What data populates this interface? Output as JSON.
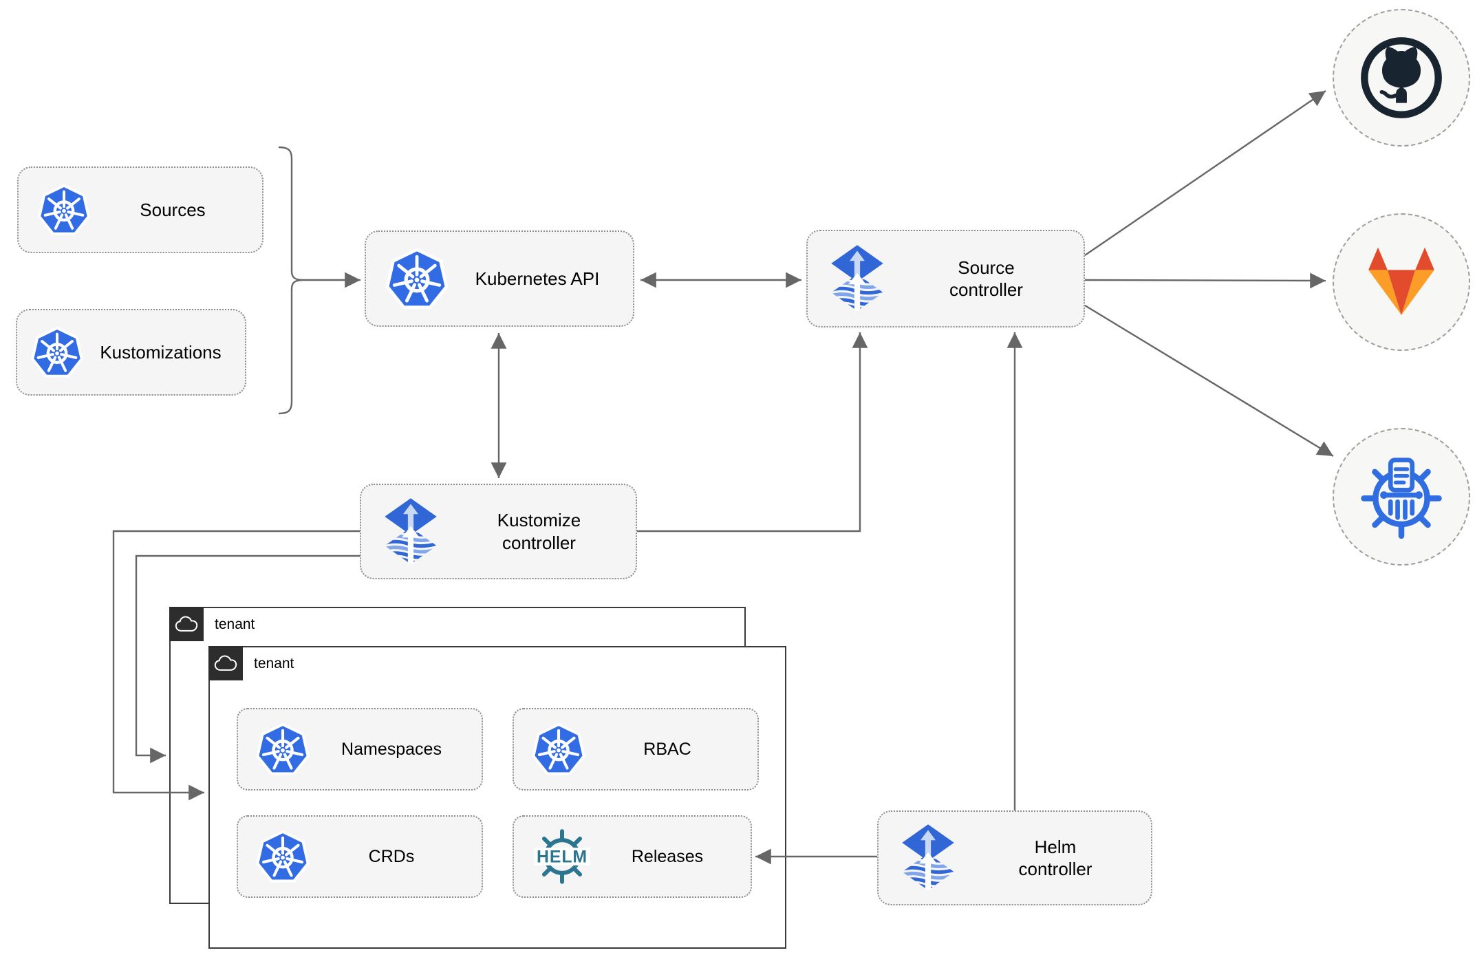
{
  "diagram": {
    "sources_box": {
      "label": "Sources"
    },
    "kustomizations_box": {
      "label": "Kustomizations"
    },
    "kubernetes_api": {
      "label": "Kubernetes API"
    },
    "source_controller": {
      "label": "Source controller"
    },
    "kustomize_controller": {
      "label": "Kustomize controller"
    },
    "helm_controller": {
      "label": "Helm controller"
    },
    "tenant_back": {
      "label": "tenant"
    },
    "tenant_front": {
      "label": "tenant"
    },
    "tenant_items": {
      "namespaces": {
        "label": "Namespaces",
        "icon": "kubernetes-icon"
      },
      "rbac": {
        "label": "RBAC",
        "icon": "kubernetes-icon"
      },
      "crds": {
        "label": "CRDs",
        "icon": "kubernetes-icon"
      },
      "releases": {
        "label": "Releases",
        "icon": "helm-icon"
      }
    },
    "external_icons": [
      {
        "name": "github-icon"
      },
      {
        "name": "gitlab-icon"
      },
      {
        "name": "helm-repository-icon"
      }
    ],
    "connections": [
      {
        "from": "sources-kustomizations-group",
        "to": "kubernetes-api",
        "style": "arrow"
      },
      {
        "from": "kubernetes-api",
        "to": "source-controller",
        "style": "double-arrow"
      },
      {
        "from": "kubernetes-api",
        "to": "kustomize-controller",
        "style": "double-arrow"
      },
      {
        "from": "kustomize-controller",
        "to": "source-controller",
        "style": "arrow"
      },
      {
        "from": "helm-controller",
        "to": "source-controller",
        "style": "arrow"
      },
      {
        "from": "source-controller",
        "to": "github",
        "style": "arrow"
      },
      {
        "from": "source-controller",
        "to": "gitlab",
        "style": "arrow"
      },
      {
        "from": "source-controller",
        "to": "helm-chart-repository",
        "style": "arrow"
      },
      {
        "from": "kustomize-controller",
        "to": "tenant-front",
        "style": "arrow"
      },
      {
        "from": "kustomize-controller",
        "to": "tenant-back",
        "style": "arrow"
      },
      {
        "from": "helm-controller",
        "to": "releases",
        "style": "arrow"
      }
    ],
    "colors": {
      "k8s_blue": "#326ce5",
      "flux_blue": "#3066d6",
      "flux_light": "#c9d8f3",
      "flux_stripe_light": "#7fa5ea",
      "helm_teal": "#2b7590",
      "github_dark": "#182430",
      "gitlab_red": "#e24b2b",
      "gitlab_orange": "#fc9d28",
      "chartmuseum_blue": "#2f6de1",
      "line_gray": "#666666",
      "box_fill": "#f5f5f5",
      "box_border": "#8c8c8c",
      "tenant_border": "#3a3a3a",
      "tab_dark": "#2d2d2d",
      "circle_fill": "#f7f7f5",
      "circle_border": "#9e9e9e",
      "text": "#000000"
    }
  }
}
